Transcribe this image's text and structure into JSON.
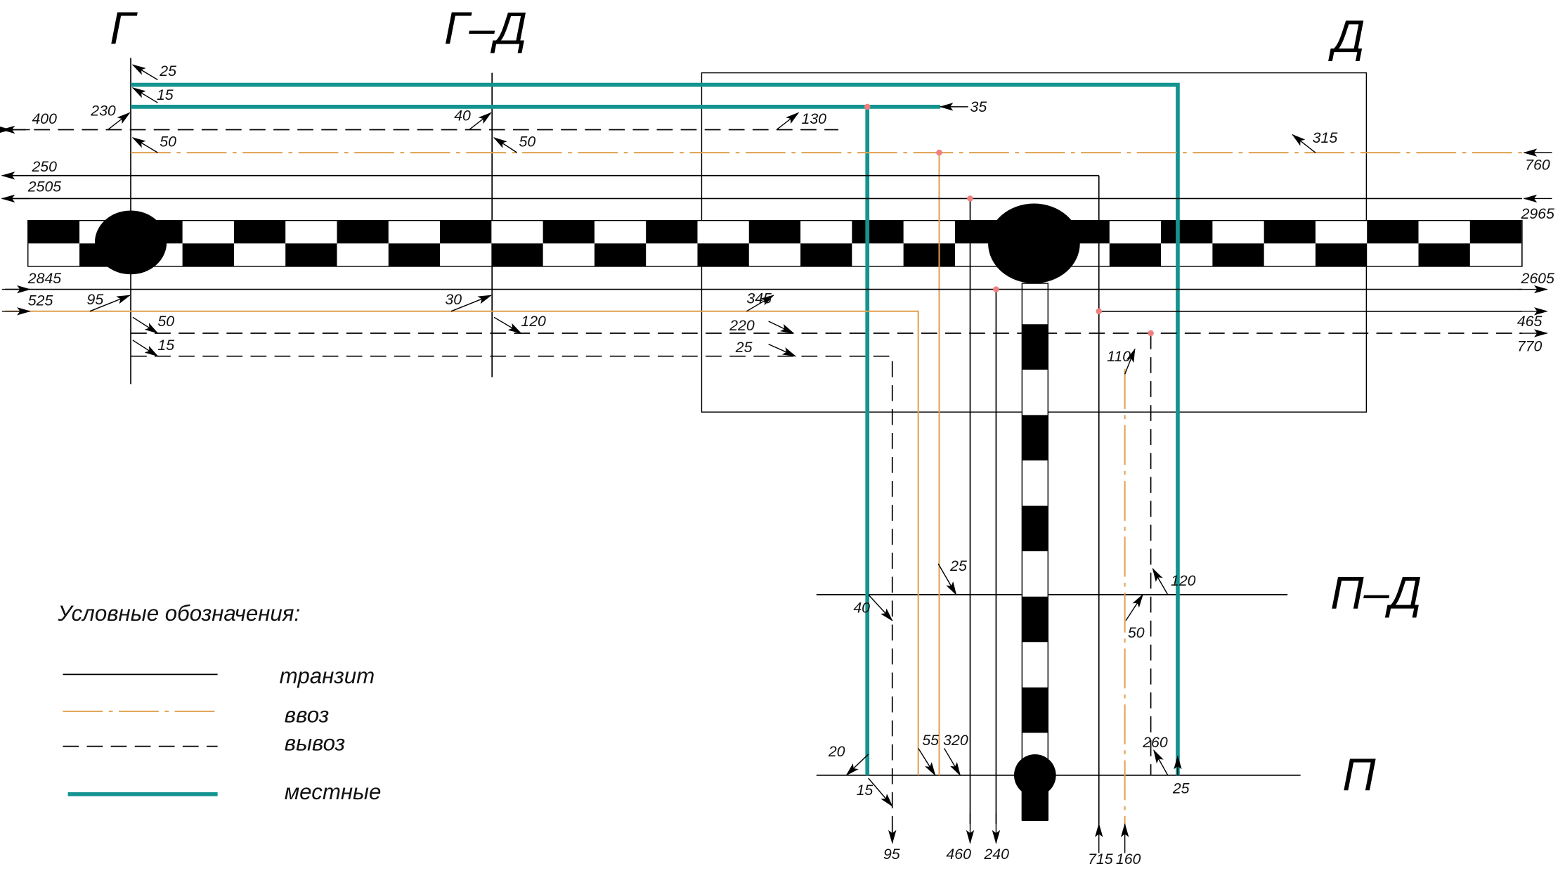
{
  "stations": {
    "g": "Г",
    "gd": "Г–Д",
    "d": "Д",
    "pd": "П–Д",
    "p": "П"
  },
  "legend": {
    "title": "Условные обозначения:",
    "transit": "транзит",
    "import": "ввоз",
    "export": "вывоз",
    "local": "местные"
  },
  "colors": {
    "local": "#139490",
    "import": "#e0a050",
    "junction": "#f08080"
  },
  "labels": [
    "25",
    "15",
    "230",
    "400",
    "40",
    "130",
    "35",
    "50",
    "50",
    "315",
    "760",
    "250",
    "2505",
    "2965",
    "2845",
    "2605",
    "525",
    "95",
    "30",
    "345",
    "120",
    "50",
    "465",
    "220",
    "770",
    "15",
    "25",
    "110",
    "25",
    "120",
    "40",
    "50",
    "20",
    "55",
    "320",
    "260",
    "15",
    "25",
    "95",
    "460",
    "240",
    "715",
    "160"
  ]
}
